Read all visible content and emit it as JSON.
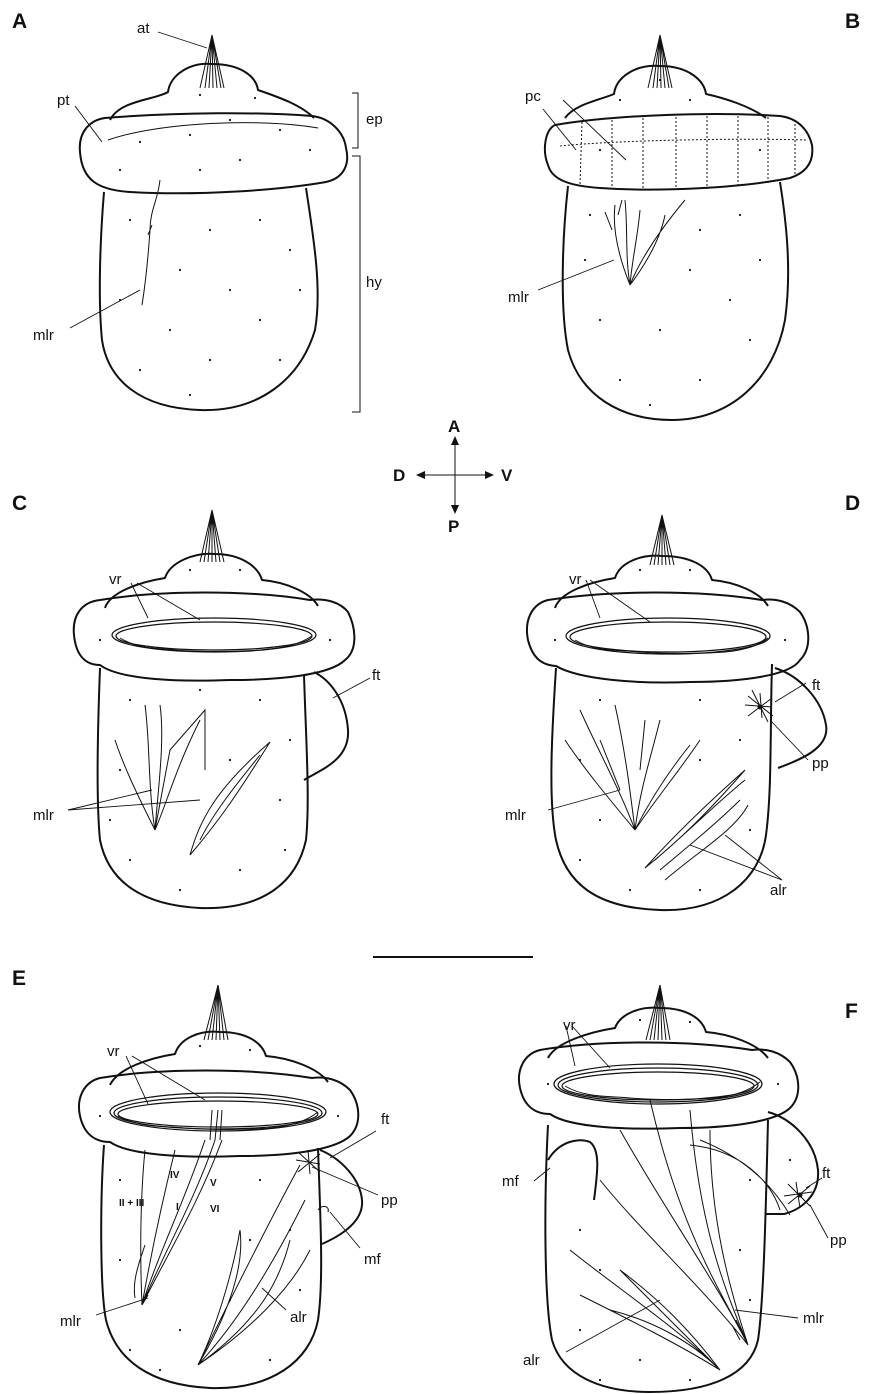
{
  "panels": {
    "A": {
      "letter": "A",
      "labels": {
        "at": "at",
        "pt": "pt",
        "ep": "ep",
        "hy": "hy",
        "mlr": "mlr"
      }
    },
    "B": {
      "letter": "B",
      "labels": {
        "pc": "pc",
        "mlr": "mlr"
      }
    },
    "C": {
      "letter": "C",
      "labels": {
        "vr": "vr",
        "ft": "ft",
        "mlr": "mlr"
      }
    },
    "D": {
      "letter": "D",
      "labels": {
        "vr": "vr",
        "ft": "ft",
        "pp": "pp",
        "mlr": "mlr",
        "alr": "alr"
      }
    },
    "E": {
      "letter": "E",
      "labels": {
        "vr": "vr",
        "ft": "ft",
        "pp": "pp",
        "mf": "mf",
        "mlr": "mlr",
        "alr": "alr",
        "roman": [
          "II + III",
          "IV",
          "V",
          "I",
          "VI"
        ]
      }
    },
    "F": {
      "letter": "F",
      "labels": {
        "vr": "vr",
        "ft": "ft",
        "pp": "pp",
        "mf": "mf",
        "mlr": "mlr",
        "alr": "alr"
      }
    }
  },
  "axes": {
    "anterior": "A",
    "posterior": "P",
    "dorsal": "D",
    "ventral": "V"
  },
  "colors": {
    "ink": "#111111",
    "background": "#ffffff"
  }
}
